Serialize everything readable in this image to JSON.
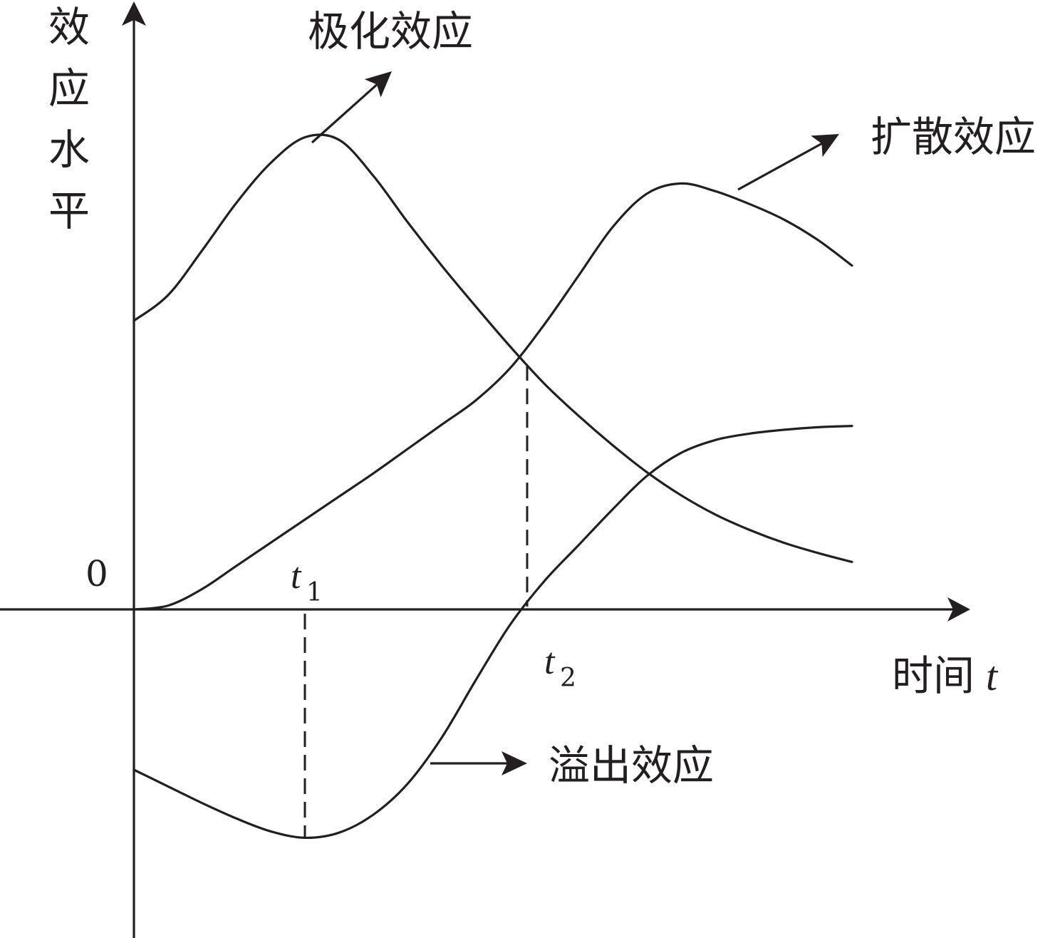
{
  "chart_data": {
    "type": "line",
    "ylabel": "效应水平",
    "xlabel": "时间",
    "xlabel_var": "t",
    "origin_label": "0",
    "grid": false,
    "ticks": [
      {
        "var": "t",
        "sub": "1",
        "x": 1
      },
      {
        "var": "t",
        "sub": "2",
        "x": 2.3
      }
    ],
    "xlim": [
      0,
      4.5
    ],
    "ylim": [
      -1.8,
      3.7
    ],
    "series": [
      {
        "name": "极化效应",
        "x": [
          0,
          0.2,
          0.4,
          0.6,
          0.8,
          1.0,
          1.2,
          1.4,
          1.6,
          1.8,
          2.0,
          2.2,
          2.4,
          2.6,
          2.8,
          3.0,
          3.2,
          3.4,
          3.6,
          3.8,
          4.0,
          4.2
        ],
        "y": [
          2.25,
          2.45,
          2.8,
          3.17,
          3.48,
          3.68,
          3.66,
          3.38,
          3.02,
          2.68,
          2.36,
          2.05,
          1.76,
          1.51,
          1.28,
          1.07,
          0.89,
          0.74,
          0.62,
          0.52,
          0.44,
          0.37
        ]
      },
      {
        "name": "扩散效应",
        "x": [
          0,
          0.2,
          0.4,
          0.6,
          0.8,
          1.0,
          1.2,
          1.4,
          1.6,
          1.8,
          2.0,
          2.2,
          2.4,
          2.6,
          2.8,
          3.0,
          3.2,
          3.4,
          3.6,
          3.8,
          4.0,
          4.2
        ],
        "y": [
          0,
          0.03,
          0.16,
          0.34,
          0.52,
          0.7,
          0.88,
          1.06,
          1.25,
          1.44,
          1.63,
          1.88,
          2.22,
          2.6,
          2.98,
          3.24,
          3.32,
          3.26,
          3.16,
          3.04,
          2.88,
          2.68
        ]
      },
      {
        "name": "溢出效应",
        "x": [
          0,
          0.2,
          0.4,
          0.6,
          0.8,
          1.0,
          1.2,
          1.4,
          1.6,
          1.8,
          2.0,
          2.2,
          2.4,
          2.6,
          2.8,
          3.0,
          3.2,
          3.4,
          3.6,
          3.8,
          4.0,
          4.2
        ],
        "y": [
          -1.25,
          -1.38,
          -1.51,
          -1.63,
          -1.73,
          -1.78,
          -1.74,
          -1.6,
          -1.36,
          -1.0,
          -0.55,
          -0.12,
          0.22,
          0.5,
          0.78,
          1.04,
          1.22,
          1.32,
          1.37,
          1.4,
          1.42,
          1.43
        ]
      }
    ],
    "annotations": [
      {
        "text": "极化效应",
        "series": 0
      },
      {
        "text": "扩散效应",
        "series": 1
      },
      {
        "text": "溢出效应",
        "series": 2
      }
    ]
  }
}
